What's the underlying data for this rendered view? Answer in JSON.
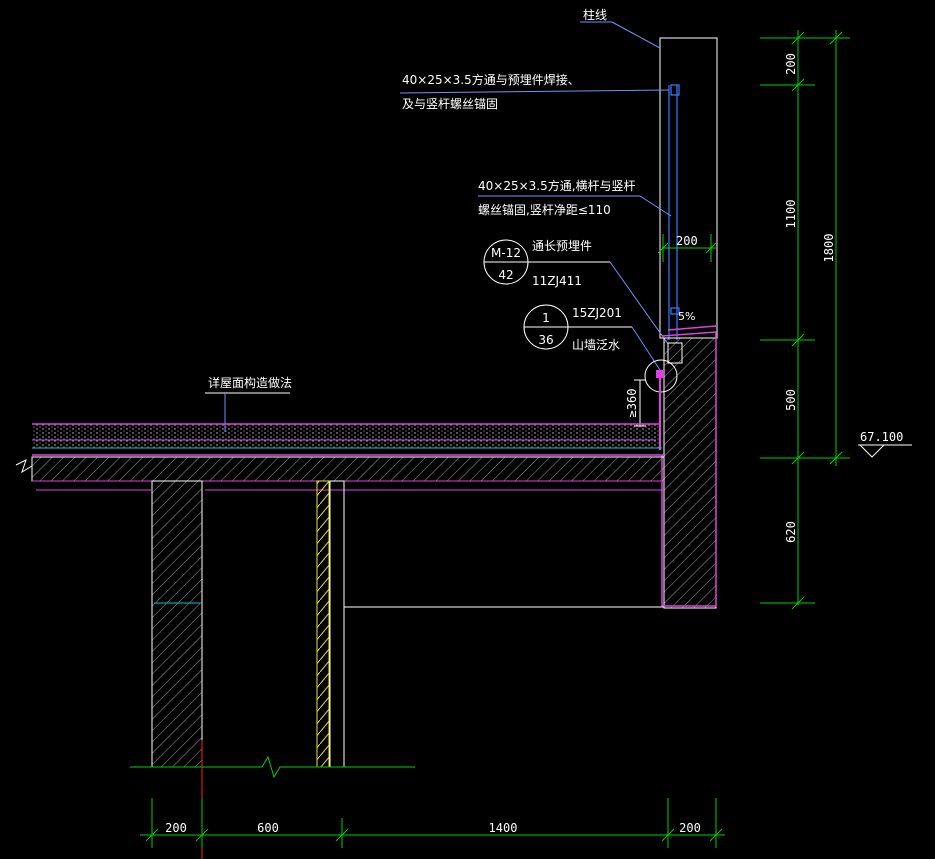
{
  "colors": {
    "background": "#000000",
    "concrete": "#ffffff",
    "waterproof": "#e040e0",
    "railing": "#3a7cff",
    "dimension": "#00d000",
    "finish": "#00c8c8",
    "leader": "#7090ff",
    "axis": "#ff2020",
    "brick": "#e8e040"
  },
  "labels": {
    "pillar_line": "柱线",
    "rail_top": "40×25×3.5方通与预埋件焊接、",
    "rail_top2": "及与竖杆螺丝锚固",
    "rail_mid": "40×25×3.5方通,横杆与竖杆",
    "rail_mid2": "螺丝锚固,竖杆净距≤110",
    "embed": "通长预埋件",
    "embed_ref": "11ZJ411",
    "wall_ref": "15ZJ201",
    "wall_desc": "山墙泛水",
    "roof_detail": "详屋面构造做法",
    "slope": "5%",
    "min_height": "≥360",
    "elevation": "67.100"
  },
  "callouts": {
    "c1_top": "M-12",
    "c1_bottom": "42",
    "c2_top": "1",
    "c2_bottom": "36"
  },
  "dimensions": {
    "top_small": "200",
    "right": [
      "200",
      "1100",
      "500",
      "620"
    ],
    "right_total": "1800",
    "bottom": [
      "200",
      "600",
      "1400",
      "200"
    ]
  }
}
